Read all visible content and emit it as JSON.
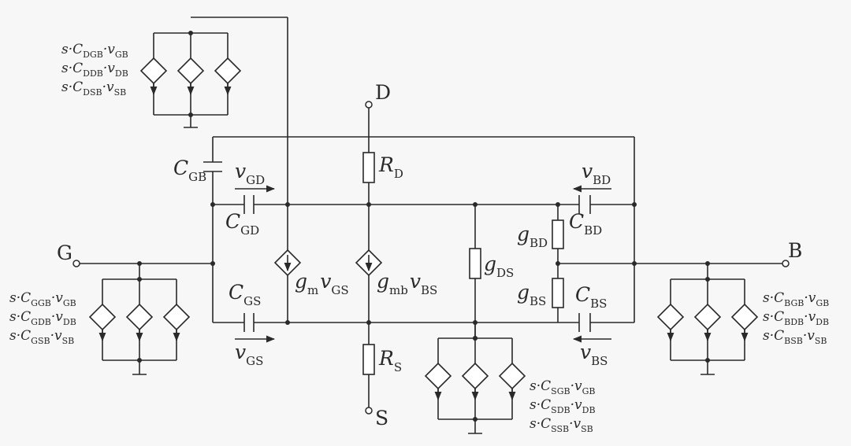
{
  "terminals": {
    "drain": "D",
    "gate": "G",
    "source": "S",
    "bulk": "B"
  },
  "elements": {
    "c_gb": {
      "sym": "C",
      "sub": "GB"
    },
    "c_gd": {
      "sym": "C",
      "sub": "GD"
    },
    "c_gs": {
      "sym": "C",
      "sub": "GS"
    },
    "c_bd": {
      "sym": "C",
      "sub": "BD"
    },
    "c_bs": {
      "sym": "C",
      "sub": "BS"
    },
    "r_d": {
      "sym": "R",
      "sub": "D"
    },
    "r_s": {
      "sym": "R",
      "sub": "S"
    },
    "g_ds": {
      "sym": "g",
      "sub": "DS"
    },
    "g_bd": {
      "sym": "g",
      "sub": "BD"
    },
    "g_bs": {
      "sym": "g",
      "sub": "BS"
    },
    "gm_src": {
      "sym1": "g",
      "sub1": "m",
      "sym2": "v",
      "sub2": "GS"
    },
    "gmb_src": {
      "sym1": "g",
      "sub1": "mb",
      "sym2": "v",
      "sub2": "BS"
    },
    "v_gd": {
      "sym": "v",
      "sub": "GD"
    },
    "v_gs": {
      "sym": "v",
      "sub": "GS"
    },
    "v_bd": {
      "sym": "v",
      "sub": "BD"
    },
    "v_bs": {
      "sym": "v",
      "sub": "BS"
    }
  },
  "source_groups": {
    "drain": [
      {
        "c": "DGB",
        "v": "GB"
      },
      {
        "c": "DDB",
        "v": "DB"
      },
      {
        "c": "DSB",
        "v": "SB"
      }
    ],
    "gate": [
      {
        "c": "GGB",
        "v": "GB"
      },
      {
        "c": "GDB",
        "v": "DB"
      },
      {
        "c": "GSB",
        "v": "SB"
      }
    ],
    "source": [
      {
        "c": "SGB",
        "v": "GB"
      },
      {
        "c": "SDB",
        "v": "DB"
      },
      {
        "c": "SSB",
        "v": "SB"
      }
    ],
    "bulk": [
      {
        "c": "BGB",
        "v": "GB"
      },
      {
        "c": "BDB",
        "v": "DB"
      },
      {
        "c": "BSB",
        "v": "SB"
      }
    ]
  },
  "prefix": {
    "s": "s",
    "dot": "·",
    "C": "C",
    "v": "v"
  }
}
